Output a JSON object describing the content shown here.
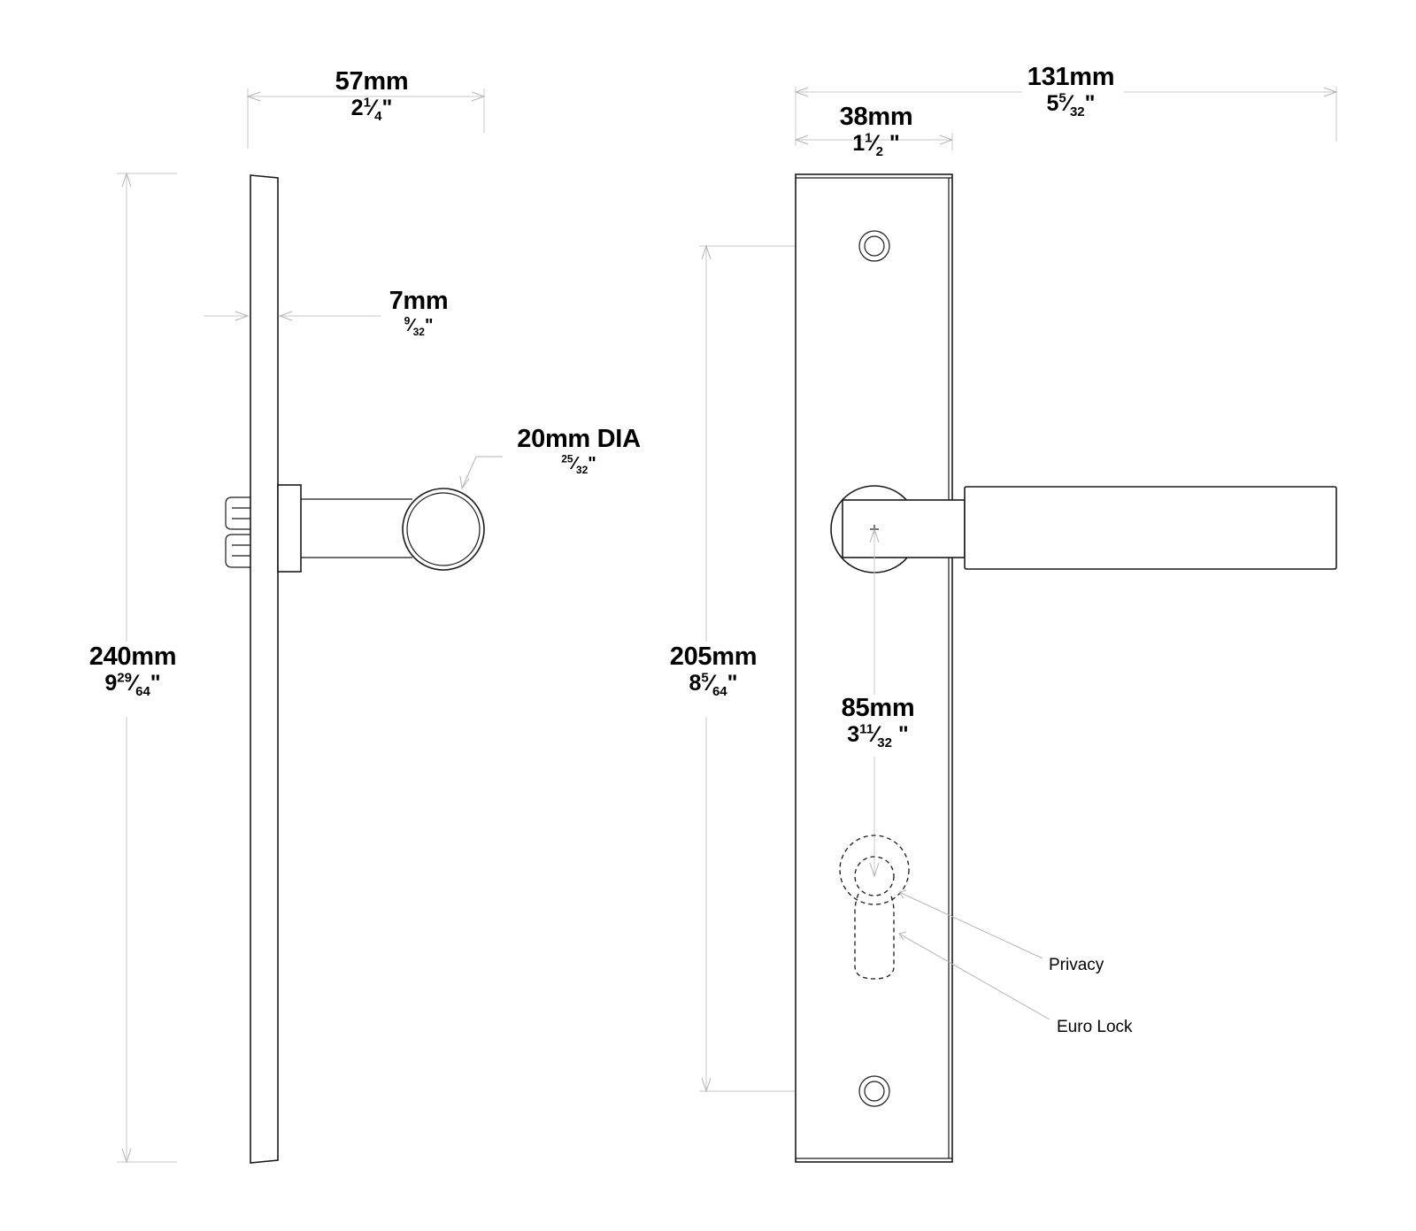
{
  "dimensions": {
    "projection": {
      "mm": "57mm",
      "inch_whole": "2",
      "inch_num": "1",
      "inch_den": "4",
      "inch_mark": "\""
    },
    "plate_thickness": {
      "mm": "7mm",
      "inch_whole": "",
      "inch_num": "9",
      "inch_den": "32",
      "inch_mark": "\""
    },
    "lever_diameter": {
      "mm": "20mm DIA",
      "inch_whole": "",
      "inch_num": "25",
      "inch_den": "32",
      "inch_mark": "\""
    },
    "plate_height": {
      "mm": "240mm",
      "inch_whole": "9",
      "inch_num": "29",
      "inch_den": "64",
      "inch_mark": "\""
    },
    "overall_width": {
      "mm": "131mm",
      "inch_whole": "5",
      "inch_num": "5",
      "inch_den": "32",
      "inch_mark": "\""
    },
    "plate_width": {
      "mm": "38mm",
      "inch_whole": "1",
      "inch_num": "1",
      "inch_den": "2",
      "inch_mark": " \""
    },
    "fixing_centres": {
      "mm": "205mm",
      "inch_whole": "8",
      "inch_num": "5",
      "inch_den": "64",
      "inch_mark": "\""
    },
    "lock_centres": {
      "mm": "85mm",
      "inch_whole": "3",
      "inch_num": "11",
      "inch_den": "32",
      "inch_mark": " \""
    }
  },
  "notes": {
    "privacy": "Privacy",
    "euro_lock": "Euro Lock"
  },
  "colors": {
    "outline": "#1a1a1a",
    "dimension_line": "#c8c8c8"
  }
}
